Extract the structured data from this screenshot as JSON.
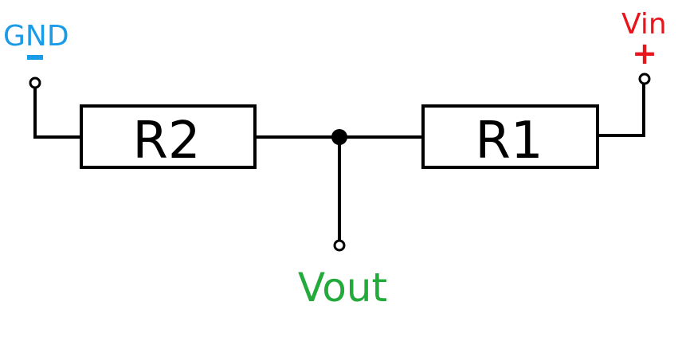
{
  "colors": {
    "background": "#ffffff",
    "wire": "#000000",
    "gnd": "#1a9be8",
    "vin": "#e8161c",
    "vout": "#23aa3a"
  },
  "labels": {
    "gnd": "GND",
    "gnd_sign": "−",
    "vin": "Vin",
    "vin_sign": "+",
    "vout": "Vout"
  },
  "components": {
    "r2": "R2",
    "r1": "R1"
  }
}
